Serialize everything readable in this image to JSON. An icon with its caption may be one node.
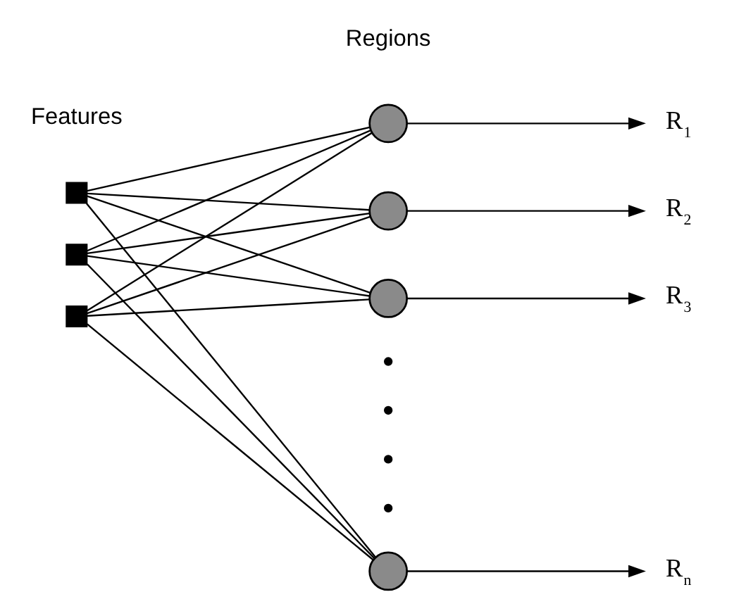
{
  "diagram": {
    "nodes": [
      {
        "text": [],
        "shape": "box"
      },
      {
        "text": [],
        "shape": "box"
      },
      {
        "text": [],
        "shape": "box"
      },
      {
        "text": [],
        "shape": "circle"
      },
      {
        "text": [],
        "shape": "circle"
      },
      {
        "text": [],
        "shape": "circle"
      },
      {
        "text": [],
        "shape": "circle"
      },
      {
        "text": [
          "R$_{1}$"
        ]
      },
      {
        "text": [
          "R$_{2}$"
        ]
      },
      {
        "text": [
          "R$_{3}$"
        ]
      },
      {
        "text": [
          "R$_{n}$"
        ]
      }
    ],
    "edges": [
      {
        "from": 0,
        "to": 3,
        "arrow": "none"
      },
      {
        "from": 0,
        "to": 4,
        "arrow": "none"
      },
      {
        "from": 0,
        "to": 5,
        "arrow": "none"
      },
      {
        "from": 0,
        "to": 6,
        "arrow": "none"
      },
      {
        "from": 1,
        "to": 3,
        "arrow": "none"
      },
      {
        "from": 1,
        "to": 4,
        "arrow": "none"
      },
      {
        "from": 1,
        "to": 5,
        "arrow": "none"
      },
      {
        "from": 1,
        "to": 6,
        "arrow": "none"
      },
      {
        "from": 2,
        "to": 3,
        "arrow": "none"
      },
      {
        "from": 2,
        "to": 4,
        "arrow": "none"
      },
      {
        "from": 2,
        "to": 5,
        "arrow": "none"
      },
      {
        "from": 2,
        "to": 6,
        "arrow": "none"
      },
      {
        "from": 3,
        "to": 7,
        "arrow": "to"
      },
      {
        "from": 4,
        "to": 8,
        "arrow": "to"
      },
      {
        "from": 5,
        "to": 9,
        "arrow": "to"
      },
      {
        "from": 6,
        "to": 10,
        "arrow": "to"
      }
    ],
    "labels": [
      "Features",
      "Regions"
    ]
  }
}
